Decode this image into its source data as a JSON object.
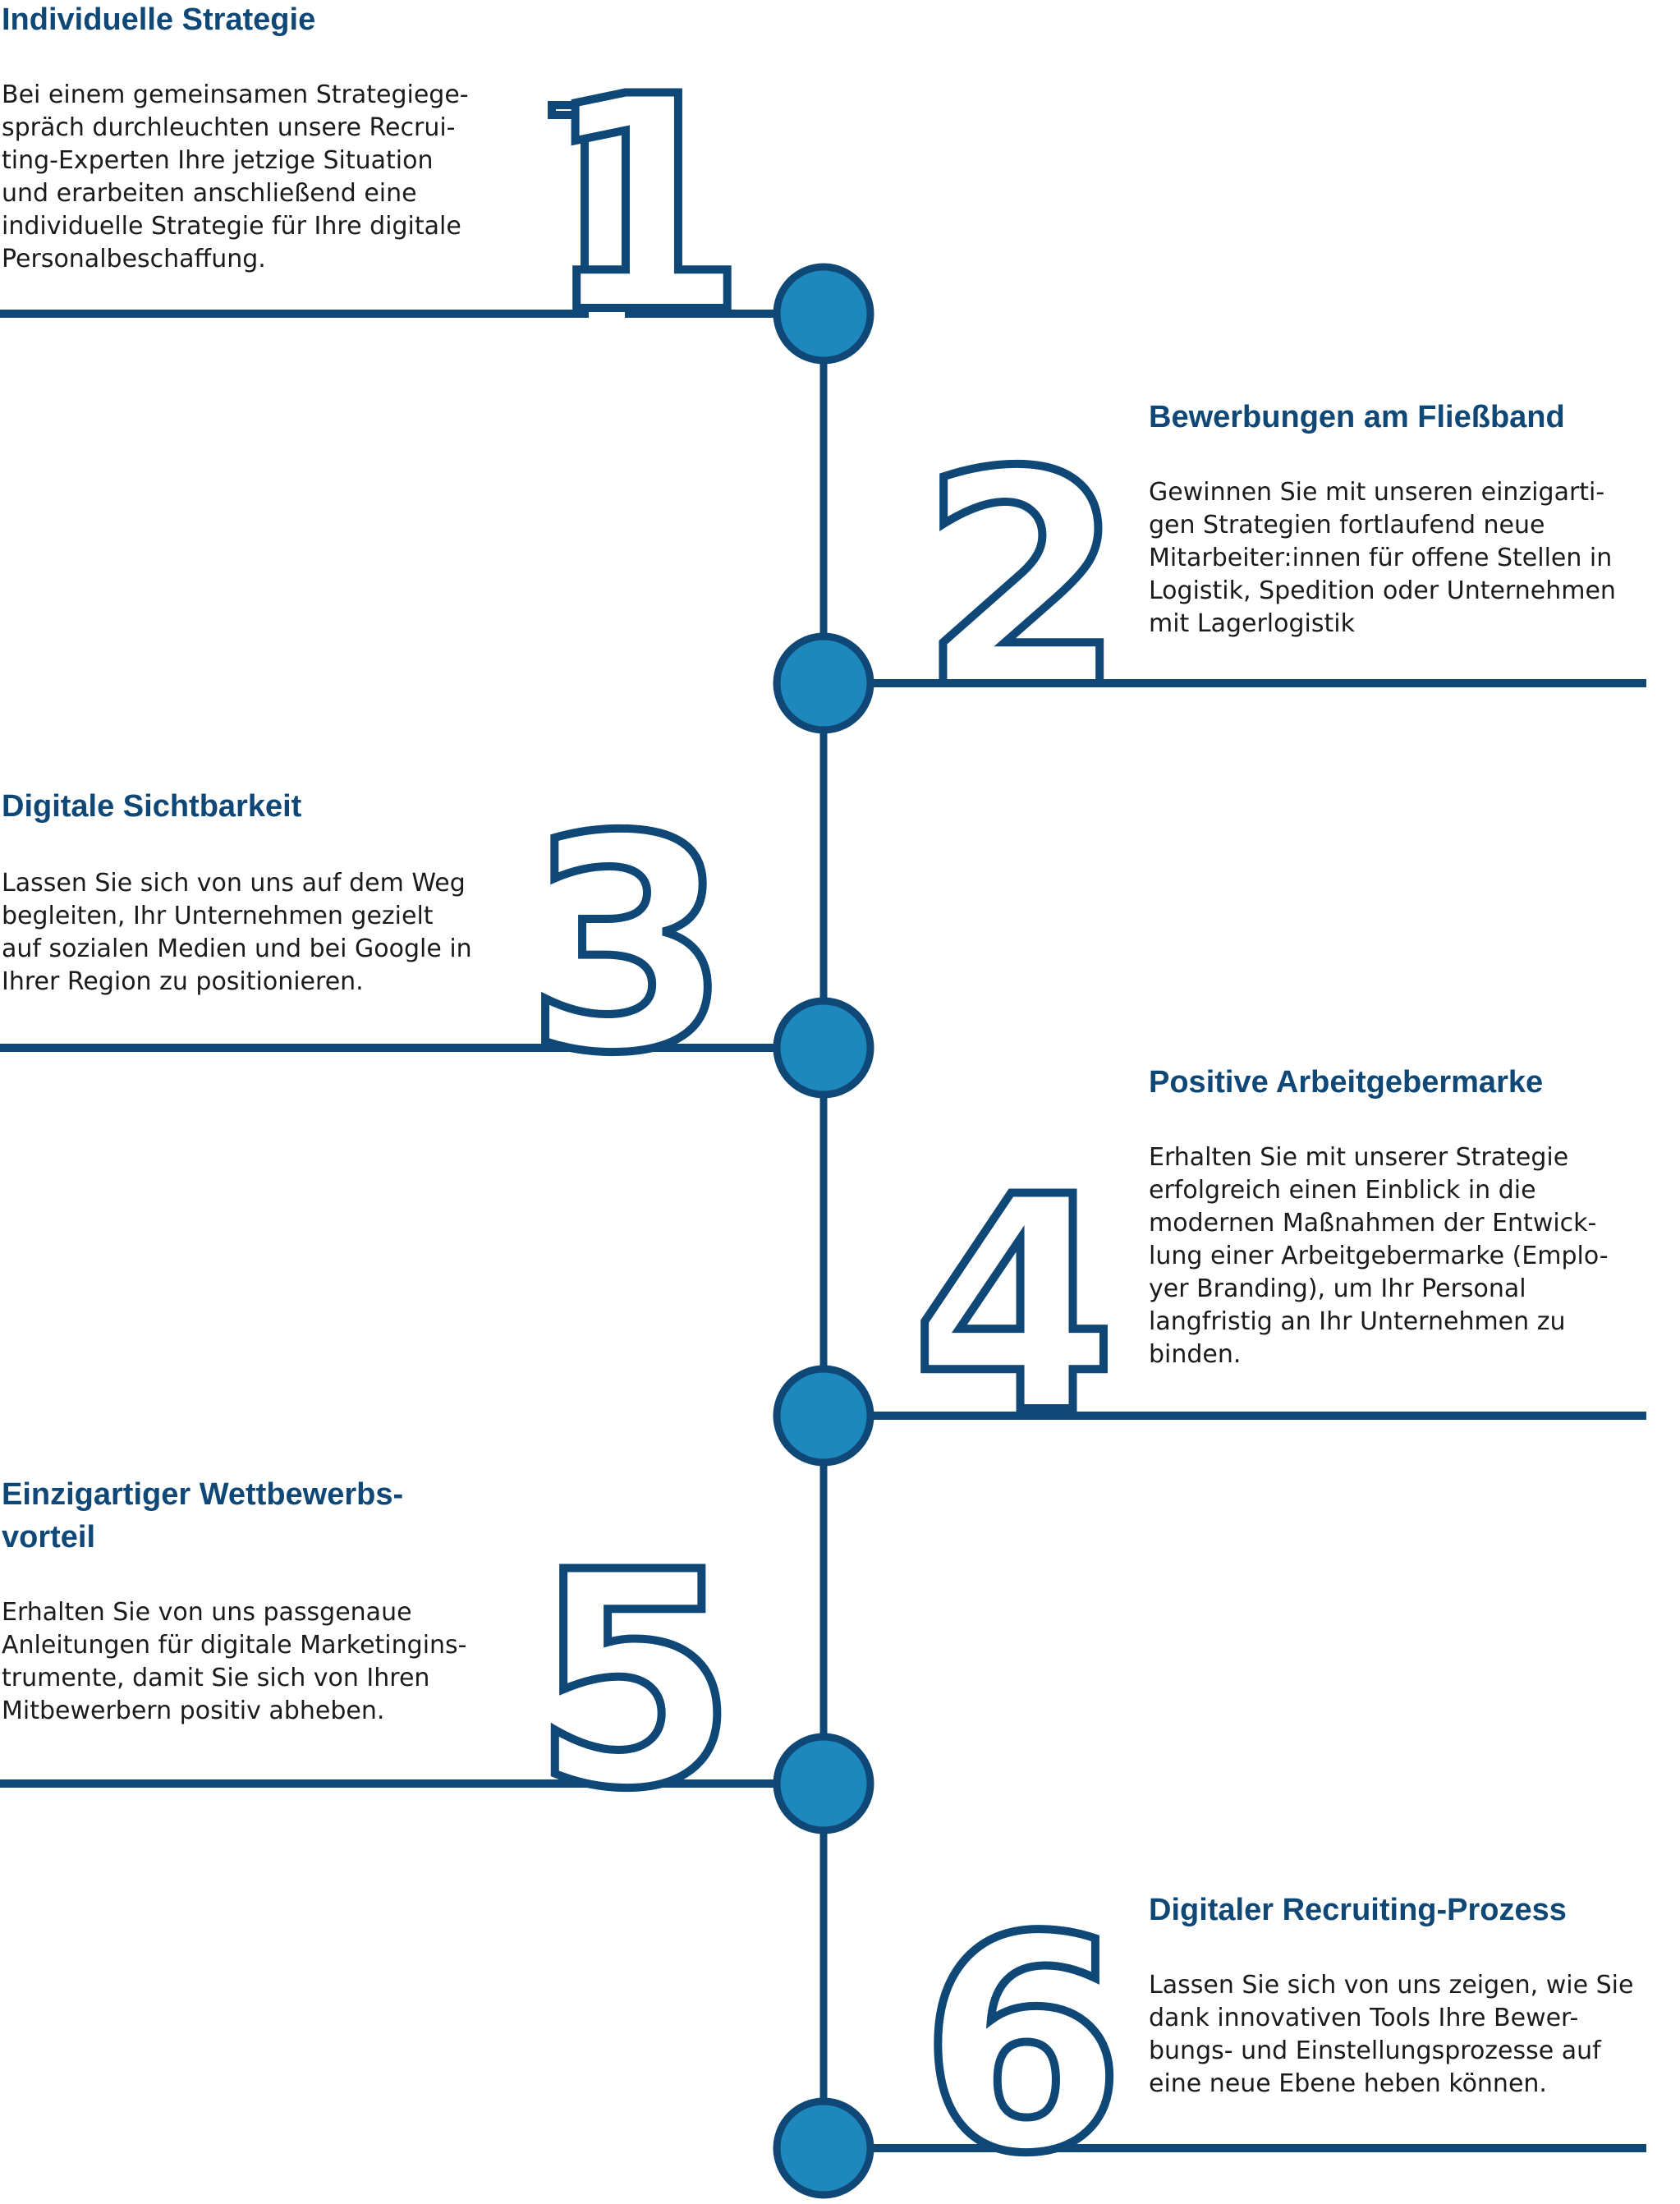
{
  "colors": {
    "navy": "#0f4876",
    "node_fill": "#1e88bd",
    "title": "#0f4876",
    "text": "#1b1b1b"
  },
  "steps": [
    {
      "number": "1",
      "title": "Individuelle Strategie",
      "text": "Bei einem gemeinsamen Strategiege-\nspräch durchleuchten unsere Recrui-\nting-Experten Ihre jetzige Situation\nund erarbeiten anschließend eine\nindividuelle Strategie für Ihre digitale\nPersonalbeschaffung."
    },
    {
      "number": "2",
      "title": "Bewerbungen am Fließband",
      "text": "Gewinnen Sie mit unseren einzigarti-\ngen Strategien fortlaufend neue\nMitarbeiter:innen für offene Stellen in\nLogistik, Spedition oder Unternehmen\nmit Lagerlogistik"
    },
    {
      "number": "3",
      "title": "Digitale Sichtbarkeit",
      "text": "Lassen Sie sich von uns auf dem Weg\nbegleiten, Ihr Unternehmen gezielt\nauf sozialen Medien und bei Google in\nIhrer Region zu positionieren."
    },
    {
      "number": "4",
      "title": "Positive Arbeitgebermarke",
      "text": "Erhalten Sie mit unserer Strategie\nerfolgreich einen Einblick in die\nmodernen Maßnahmen der Entwick-\nlung einer Arbeitgebermarke (Emplo-\nyer Branding), um Ihr Personal\nlangfristig an Ihr Unternehmen zu\nbinden."
    },
    {
      "number": "5",
      "title": "Einzigartiger Wettbewerbs-\nvorteil",
      "text": "Erhalten Sie von uns passgenaue\nAnleitungen für digitale Marketingins-\ntrumente, damit Sie sich von Ihren\nMitbewerbern positiv abheben."
    },
    {
      "number": "6",
      "title": "Digitaler Recruiting-Prozess",
      "text": "Lassen Sie sich von uns zeigen, wie Sie\ndank innovativen Tools Ihre Bewer-\nbungs- und Einstellungsprozesse auf\neine neue Ebene heben können."
    }
  ]
}
